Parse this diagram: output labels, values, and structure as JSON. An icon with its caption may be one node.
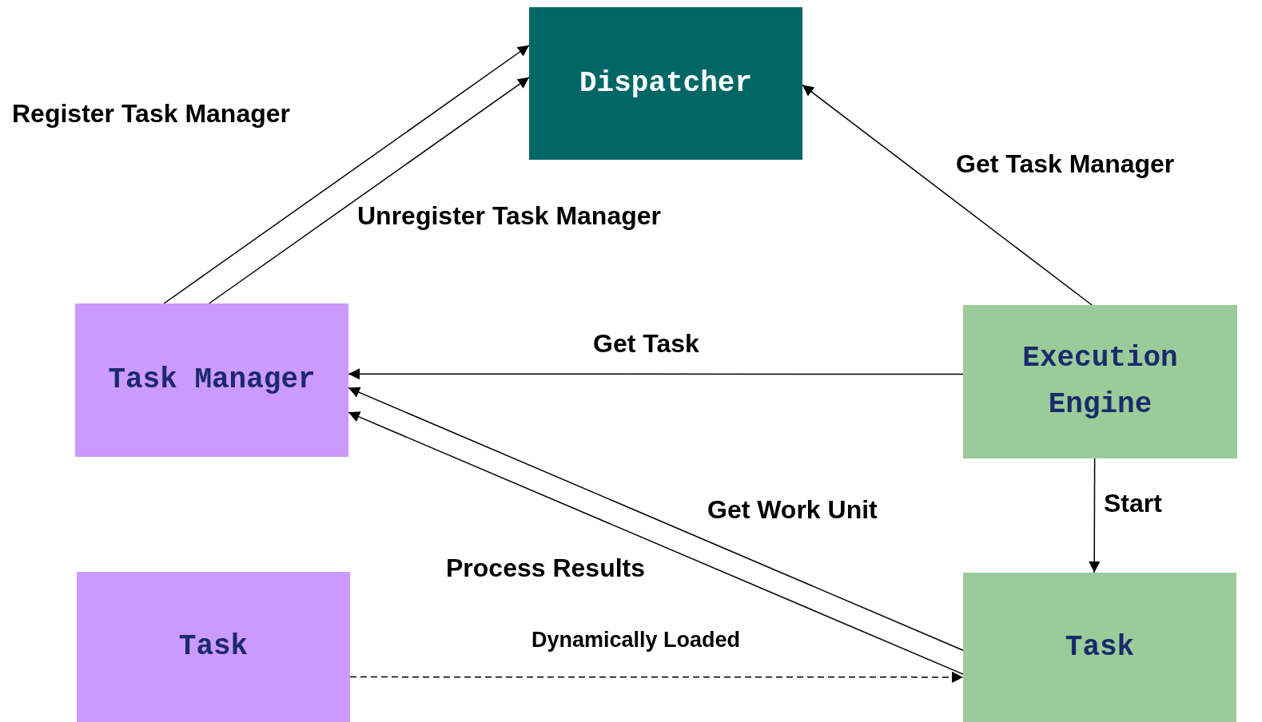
{
  "diagram": {
    "nodes": [
      {
        "text": [
          "Dispatcher"
        ]
      },
      {
        "text": [
          "Task Manager"
        ]
      },
      {
        "text": [
          "Execution Engine"
        ]
      },
      {
        "text": [
          "Task"
        ]
      },
      {
        "text": [
          "Task"
        ]
      }
    ],
    "edges": [
      {
        "from": 1,
        "to": 0,
        "arrow": "to",
        "label": "Register Task Manager"
      },
      {
        "from": 1,
        "to": 0,
        "arrow": "to",
        "label": "Unregister Task Manager"
      },
      {
        "from": 2,
        "to": 0,
        "arrow": "to",
        "label": "Get Task Manager"
      },
      {
        "from": 2,
        "to": 1,
        "arrow": "to",
        "label": "Get Task"
      },
      {
        "from": 4,
        "to": 1,
        "arrow": "to",
        "label": "Get Work Unit"
      },
      {
        "from": 4,
        "to": 1,
        "arrow": "to",
        "label": "Process Results"
      },
      {
        "from": 2,
        "to": 4,
        "arrow": "to",
        "label": "Start"
      },
      {
        "from": 3,
        "to": 4,
        "arrow": "to",
        "label": "Dynamically Loaded",
        "style": "dashed"
      }
    ]
  }
}
